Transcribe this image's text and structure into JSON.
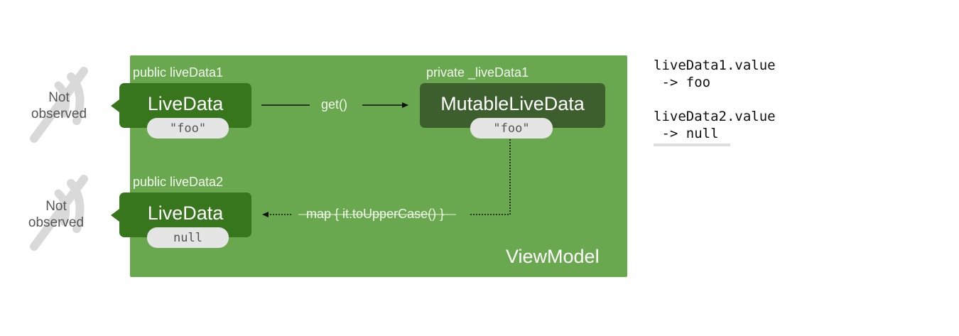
{
  "viewmodel": {
    "label": "ViewModel"
  },
  "livedata1": {
    "caption": "public liveData1",
    "title": "LiveData",
    "value": "\"foo\"",
    "observer": "Not\nobserved"
  },
  "mutable": {
    "caption": "private _liveData1",
    "title": "MutableLiveData",
    "value": "\"foo\""
  },
  "livedata2": {
    "caption": "public liveData2",
    "title": "LiveData",
    "value": "null",
    "observer": "Not\nobserved"
  },
  "arrows": {
    "get": "get()",
    "map": "map { it.toUpperCase() }"
  },
  "code": {
    "line1": "liveData1.value",
    "line2": " -> foo",
    "line3": "liveData2.value",
    "line4": " -> null"
  },
  "colors": {
    "viewmodel_bg": "#6aa84f",
    "livedata_bg": "#38761d",
    "mutable_bg": "#3d5f2e",
    "pill_bg": "#e5e5e5",
    "icon_gray": "#d9d9d9"
  },
  "icons": {
    "observer_off": "observer-off-icon"
  }
}
